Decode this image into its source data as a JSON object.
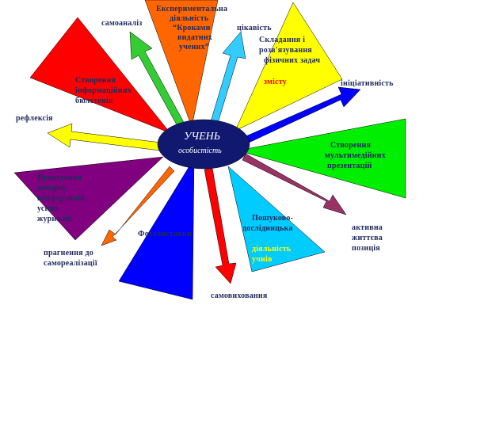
{
  "center": {
    "title": "УЧЕНЬ",
    "subtitle": "особистість",
    "color": "#101870"
  },
  "labels": {
    "samoanaliz": "самоаналіз",
    "eksper": [
      "Експериментальна",
      "діяльність",
      "“Кроками",
      "видатних",
      "учених”"
    ],
    "tsikavist": "цікавість",
    "skladannia": [
      "Складання і",
      "розв'язування",
      "фізичних задач"
    ],
    "zmistu": "змісту",
    "initsiatyvnist": "ініціативність",
    "stvorennia_biul": [
      "Створення",
      "інформаційних",
      "бюлетенів"
    ],
    "refleksiia": "рефлексія",
    "multymedia": [
      "Створення",
      "мультимедійних",
      "презентацій"
    ],
    "provedennia": [
      "Проведення",
      "вечорів,",
      "конференцій,",
      "усних",
      "журналів"
    ],
    "poshukovo": [
      "Пошуково-",
      "дослідницька"
    ],
    "diialnist_uchniv": [
      "діяльність",
      "учнів"
    ],
    "aktyvna": [
      "активна",
      "життєва",
      "позиція"
    ],
    "fotovystavky": "Фотовиставки",
    "prahnennia": [
      "прагнення до",
      "самореалізації"
    ],
    "samovykhovannia": "самовиховання"
  },
  "colors": {
    "red": "#ff0000",
    "orange": "#ff6600",
    "yellow": "#ffff00",
    "green": "#00ee00",
    "blue": "#0000ff",
    "cyan": "#00ccff",
    "purple": "#800080",
    "plum": "#993366",
    "lime": "#33cc33",
    "sky": "#33ccff",
    "label_navy": "#1f2a5c"
  }
}
